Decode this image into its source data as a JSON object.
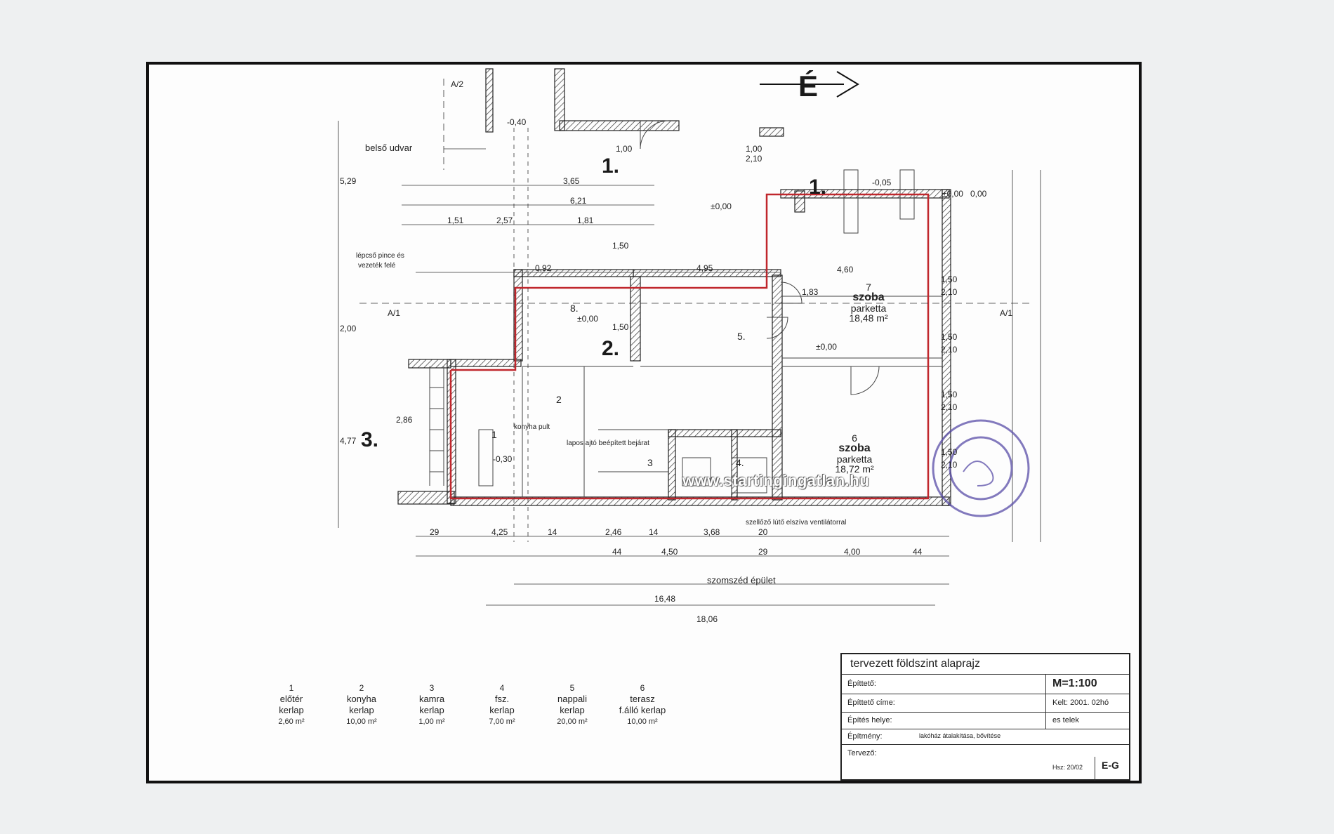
{
  "plan": {
    "north_label": "É",
    "section_labels": [
      "A/2",
      "A/1",
      "A/1"
    ],
    "zone_numbers": [
      "1.",
      "1.",
      "2.",
      "3.",
      "1",
      "2",
      "3",
      "4.",
      "5."
    ],
    "watermark": "www.startingingatlan.hu",
    "notes": {
      "courtyard": "belső udvar",
      "stair_note_1": "lépcső pince és",
      "stair_note_2": "vezeték felé",
      "adjacent_building": "szomszéd épület",
      "vent_note": "szellőző lútő elszíva ventilátorral",
      "kitchen_note": "konyha pult",
      "wall_note": "lapos ajtó beépített bejárat"
    },
    "rooms": {
      "room7": {
        "num": "7",
        "name": "szoba",
        "floor": "parketta",
        "area": "18,48 m²"
      },
      "room6": {
        "num": "6",
        "name": "szoba",
        "floor": "parketta",
        "area": "18,72 m²"
      },
      "room8": {
        "num": "8."
      }
    },
    "dimensions": {
      "top": [
        "3,65",
        "6,21",
        "1,51",
        "2,57",
        "1,81",
        "1,50",
        "1,50",
        "0,92",
        "4,95",
        "1,00",
        "2,10",
        "1,00"
      ],
      "right": [
        "1,50",
        "2,10",
        "1,50",
        "2,10",
        "1,50",
        "2,10",
        "1,50",
        "2,10",
        "4,60",
        "1,83"
      ],
      "bottom_row1": [
        "29",
        "4,25",
        "14",
        "2,46",
        "14",
        "3,68",
        "20"
      ],
      "bottom_row2": [
        "44",
        "4,50",
        "29",
        "4,00",
        "44"
      ],
      "overall": [
        "16,48",
        "18,06"
      ],
      "left": [
        "5,29",
        "2,86",
        "4,77",
        "2,00"
      ],
      "levels": [
        "-0,40",
        "±0,00",
        "±0,00",
        "±0,00",
        "-0,30",
        "-0,05",
        "0,00",
        "±0,00"
      ]
    }
  },
  "legend": [
    {
      "n": "1",
      "name": "előtér",
      "floor": "kerlap",
      "area": "2,60 m²"
    },
    {
      "n": "2",
      "name": "konyha",
      "floor": "kerlap",
      "area": "10,00 m²"
    },
    {
      "n": "3",
      "name": "kamra",
      "floor": "kerlap",
      "area": "1,00 m²"
    },
    {
      "n": "4",
      "name": "fsz.",
      "floor": "kerlap",
      "area": "7,00 m²"
    },
    {
      "n": "5",
      "name": "nappali",
      "floor": "kerlap",
      "area": "20,00 m²"
    },
    {
      "n": "6",
      "name": "terasz",
      "floor": "f.álló kerlap",
      "area": "10,00 m²"
    }
  ],
  "titleblock": {
    "title": "tervezett földszint alaprajz",
    "scale": "M=1:100",
    "builder_label": "Építtető:",
    "address_label": "Építtető címe:",
    "site_label": "Építés helye:",
    "date": "Kelt: 2001. 02hó",
    "site_value": "es telek",
    "description_label": "Építmény:",
    "description_value": "lakóház átalakítása, bővítése",
    "designer_label": "Tervező:",
    "sheet_no": "Hsz: 20/02",
    "code": "E-G"
  }
}
